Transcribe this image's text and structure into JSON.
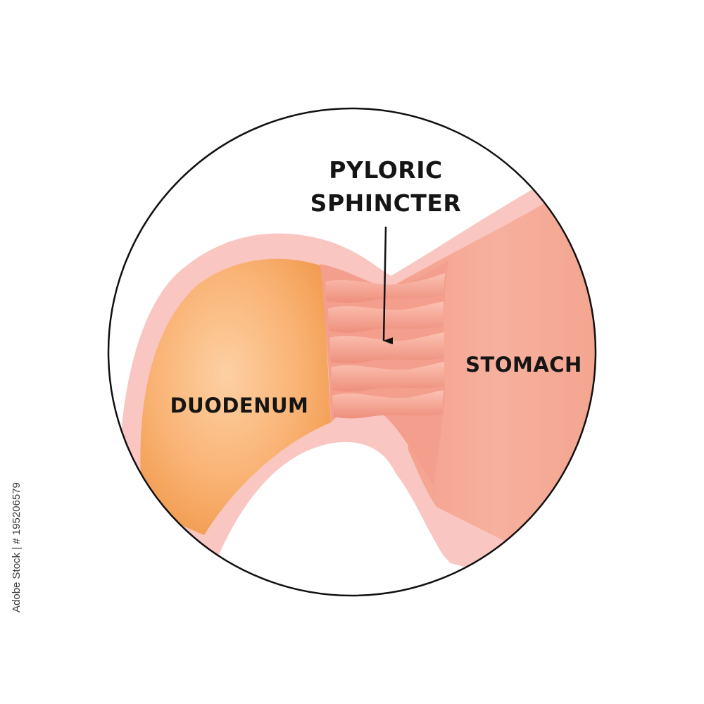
{
  "labels": {
    "pyloric_line1": "PYLORIC",
    "pyloric_line2": "SPHINCTER",
    "stomach": "STOMACH",
    "duodenum": "DUODENUM"
  },
  "stock_id": "195206579",
  "stock_brand": "Adobe Stock",
  "colors": {
    "outline": "#111111",
    "outer_wall": "#f9c3c0",
    "stomach": "#f5a792",
    "stomach_dark": "#ee8c78",
    "duodenum_light": "#fcc590",
    "duodenum_dark": "#f4a056",
    "sphincter": "#f4a090",
    "sphincter_fold": "#f9b7a8"
  },
  "icons": {
    "pointer": "arrow-down-icon"
  }
}
